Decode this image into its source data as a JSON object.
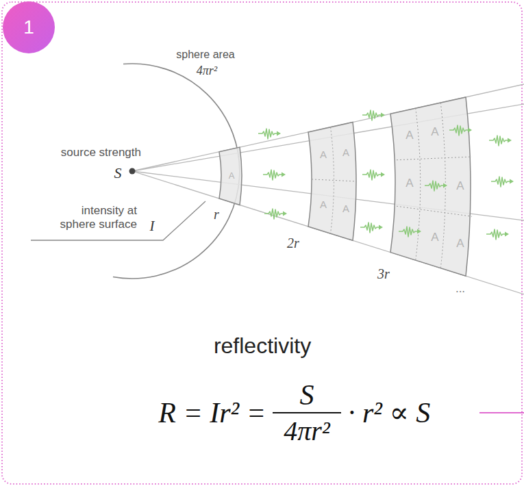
{
  "diagram": {
    "nodes": [
      {
        "text": [
          "1"
        ]
      }
    ],
    "labels": [
      "sphere area",
      "4πr²",
      "source strength",
      "S",
      "intensity at sphere surface",
      "I",
      "r",
      "2r",
      "3r",
      "...",
      "A",
      "A",
      "A",
      "A",
      "A",
      "A",
      "A",
      "A",
      "A",
      "A",
      "A",
      "reflectivity",
      "R = Ir² =",
      "S",
      "4πr²",
      "· r² ∝ S"
    ]
  }
}
